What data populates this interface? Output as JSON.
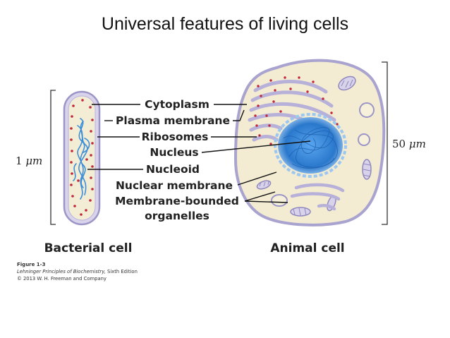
{
  "title": "Universal features of living cells",
  "labels": {
    "cytoplasm": "Cytoplasm",
    "plasma_membrane": "Plasma membrane",
    "ribosomes": "Ribosomes",
    "nucleus": "Nucleus",
    "nucleoid": "Nucleoid",
    "nuclear_membrane": "Nuclear membrane",
    "membrane_bounded_1": "Membrane-bounded",
    "membrane_bounded_2": "organelles"
  },
  "scales": {
    "bacterial_prefix": "1 ",
    "bacterial_unit": "μm",
    "animal_prefix": "50 ",
    "animal_unit": "μm"
  },
  "captions": {
    "bacterial": "Bacterial cell",
    "animal": "Animal cell"
  },
  "figure_credit": {
    "figure": "Figure 1-3",
    "book": "Lehninger Principles of Biochemistry,",
    "edition": " Sixth Edition",
    "copyright": "© 2013 W. H. Freeman and Company"
  },
  "colors": {
    "membrane": "#a9a3cf",
    "cytoplasm": "#f3ecd3",
    "ribosome": "#c0283a",
    "nucleoid": "#3b8ed8",
    "nucleus": "#2f7fd0",
    "organelle": "#d8d2ea"
  }
}
